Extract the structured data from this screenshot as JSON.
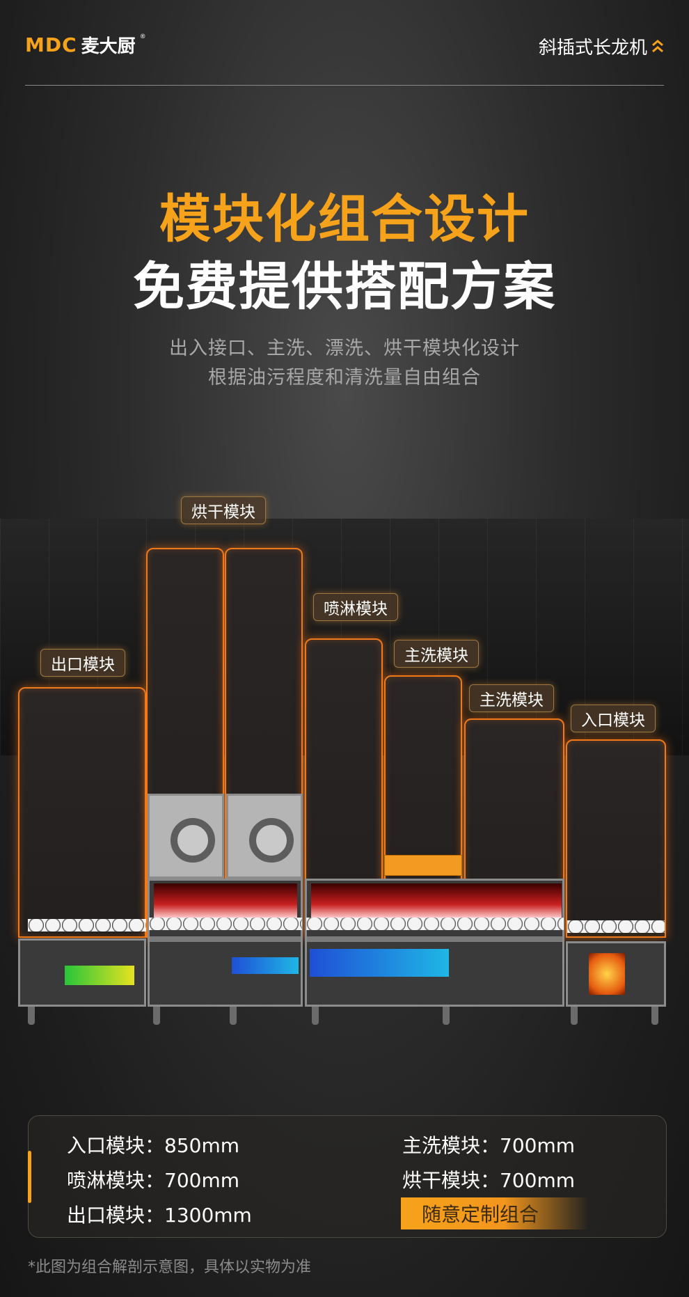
{
  "header": {
    "logo_text": "MDC",
    "logo_cn": "麦大厨",
    "logo_reg": "®",
    "product_name": "斜插式长龙机",
    "product_icon": "double-chevron-up-icon"
  },
  "hero": {
    "title_line1": "模块化组合设计",
    "title_line2": "免费提供搭配方案",
    "subtitle_line1": "出入接口、主洗、漂洗、烘干模块化设计",
    "subtitle_line2": "根据油污程度和清洗量自由组合"
  },
  "modules": {
    "tags": [
      "出口模块",
      "烘干模块",
      "喷淋模块",
      "主洗模块",
      "主洗模块",
      "入口模块"
    ]
  },
  "specs": {
    "entrance": "入口模块：850mm",
    "spray": "喷淋模块：700mm",
    "exit": "出口模块：1300mm",
    "main_wash": "主洗模块：700mm",
    "dry": "烘干模块：700mm",
    "custom_label": "随意定制组合"
  },
  "footer": {
    "note": "*此图为组合解剖示意图，具体以实物为准"
  },
  "colors": {
    "accent": "#f7a21b",
    "glow": "#f07a1a",
    "background": "#2c2c2c"
  }
}
